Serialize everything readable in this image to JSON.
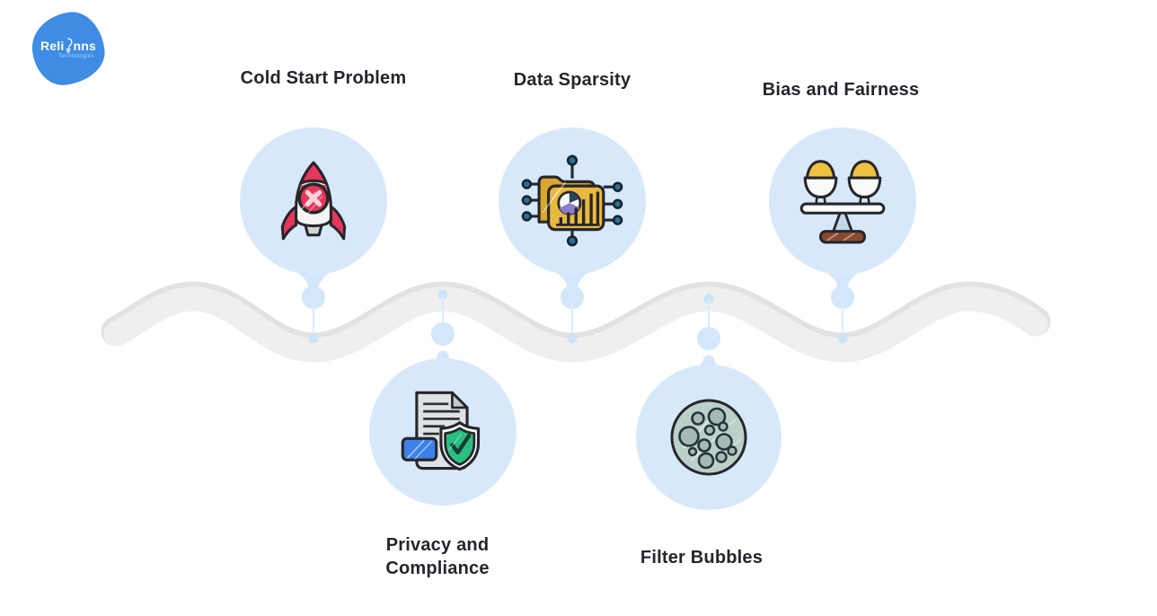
{
  "logo": {
    "brand_part1": "Reli",
    "brand_part2": "nns",
    "subtitle": "Technologies"
  },
  "items": [
    {
      "id": "cold-start",
      "label": "Cold Start Problem",
      "icon": "rocket-icon",
      "row": "top"
    },
    {
      "id": "data-sparsity",
      "label": "Data Sparsity",
      "icon": "data-folder-icon",
      "row": "top"
    },
    {
      "id": "bias-fairness",
      "label": "Bias and Fairness",
      "icon": "balance-scale-icon",
      "row": "top"
    },
    {
      "id": "privacy-compliance",
      "label": "Privacy and Compliance",
      "icon": "document-shield-icon",
      "row": "bottom"
    },
    {
      "id": "filter-bubbles",
      "label": "Filter Bubbles",
      "icon": "bubble-cluster-icon",
      "row": "bottom"
    }
  ],
  "colors": {
    "background": "#FFFFFF",
    "circle_fill": "#D8E8FB",
    "connector_fill": "#D3E6FA",
    "wave_fill": "#EDEDED",
    "wave_edge": "#E2E2E2",
    "logo_blue": "#3E8CE4",
    "label_text": "#23262C",
    "rocket_red": "#E5375C",
    "folder_gold": "#E9B93F",
    "scale_gold": "#EEC23E",
    "scale_base_brown": "#8A4A30",
    "shield_green": "#29BF82",
    "doc_blue": "#3C80E8",
    "bubble_sage": "#BCCFC8"
  }
}
